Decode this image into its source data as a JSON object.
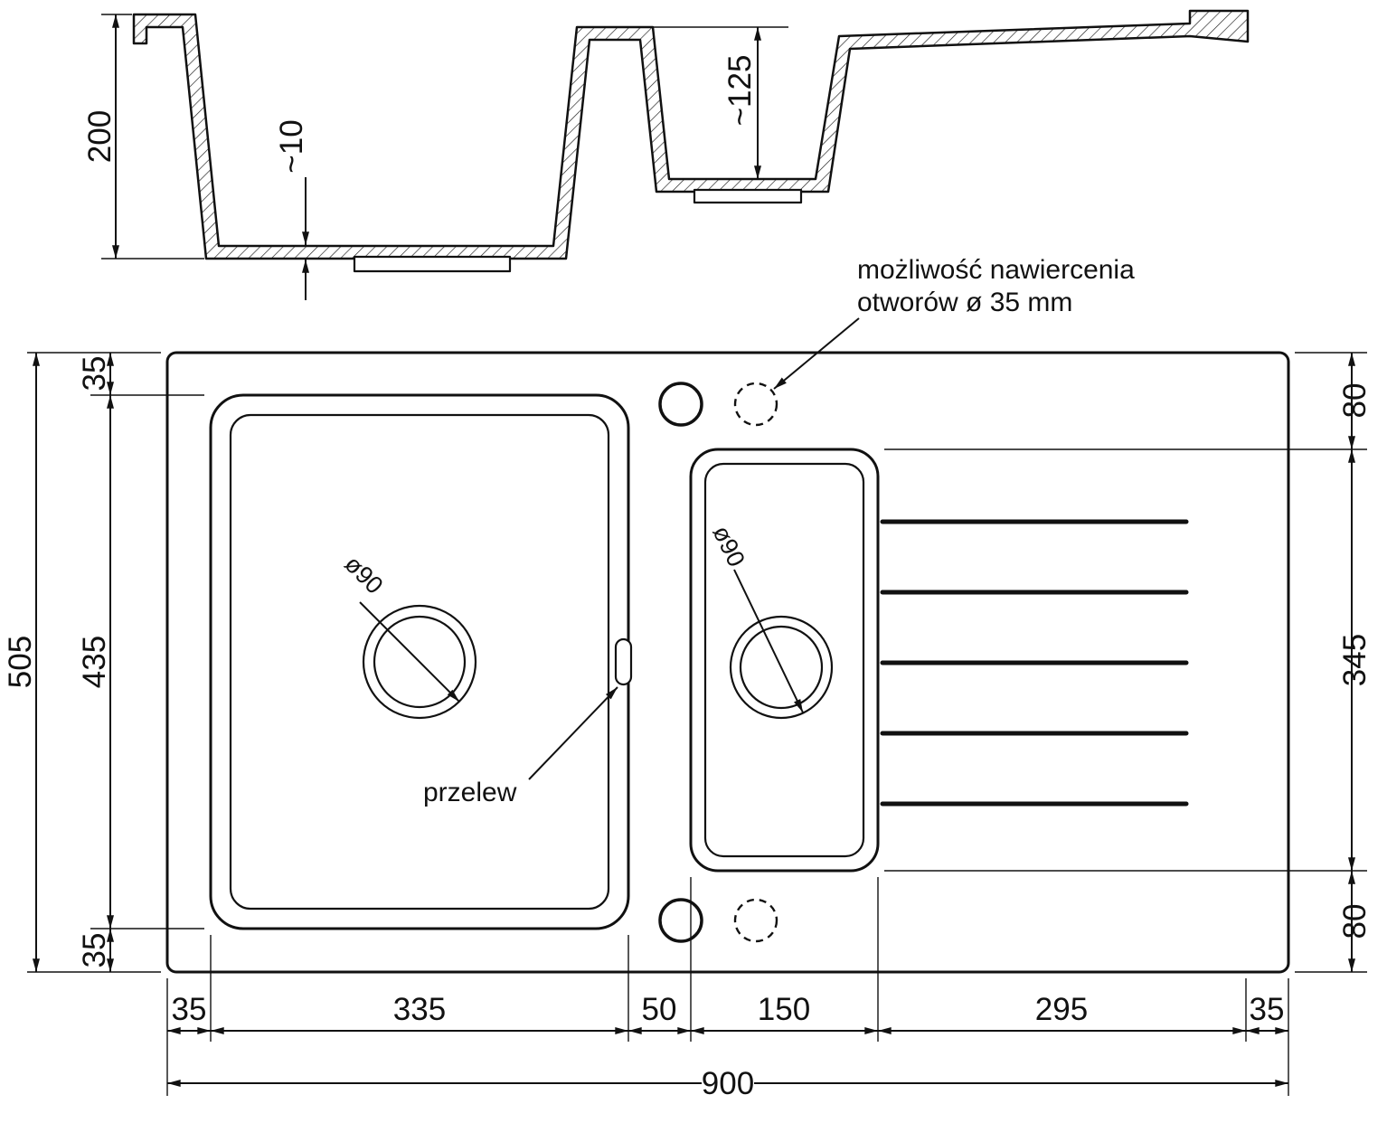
{
  "section": {
    "total_height": "200",
    "bottom_thickness": "~10",
    "small_bowl_depth": "~125"
  },
  "plan": {
    "overall_width": "900",
    "overall_depth": "505",
    "left_chain": [
      "35",
      "435",
      "35"
    ],
    "right_chain": [
      "80",
      "345",
      "80"
    ],
    "bottom_chain": [
      "35",
      "335",
      "50",
      "150",
      "295",
      "35"
    ],
    "main_drain_label": "ø90",
    "small_drain_label": "ø90",
    "overflow_label": "przelew",
    "drill_note": {
      "line1": "możliwość nawiercenia",
      "line2": "otworów ø 35 mm"
    }
  }
}
